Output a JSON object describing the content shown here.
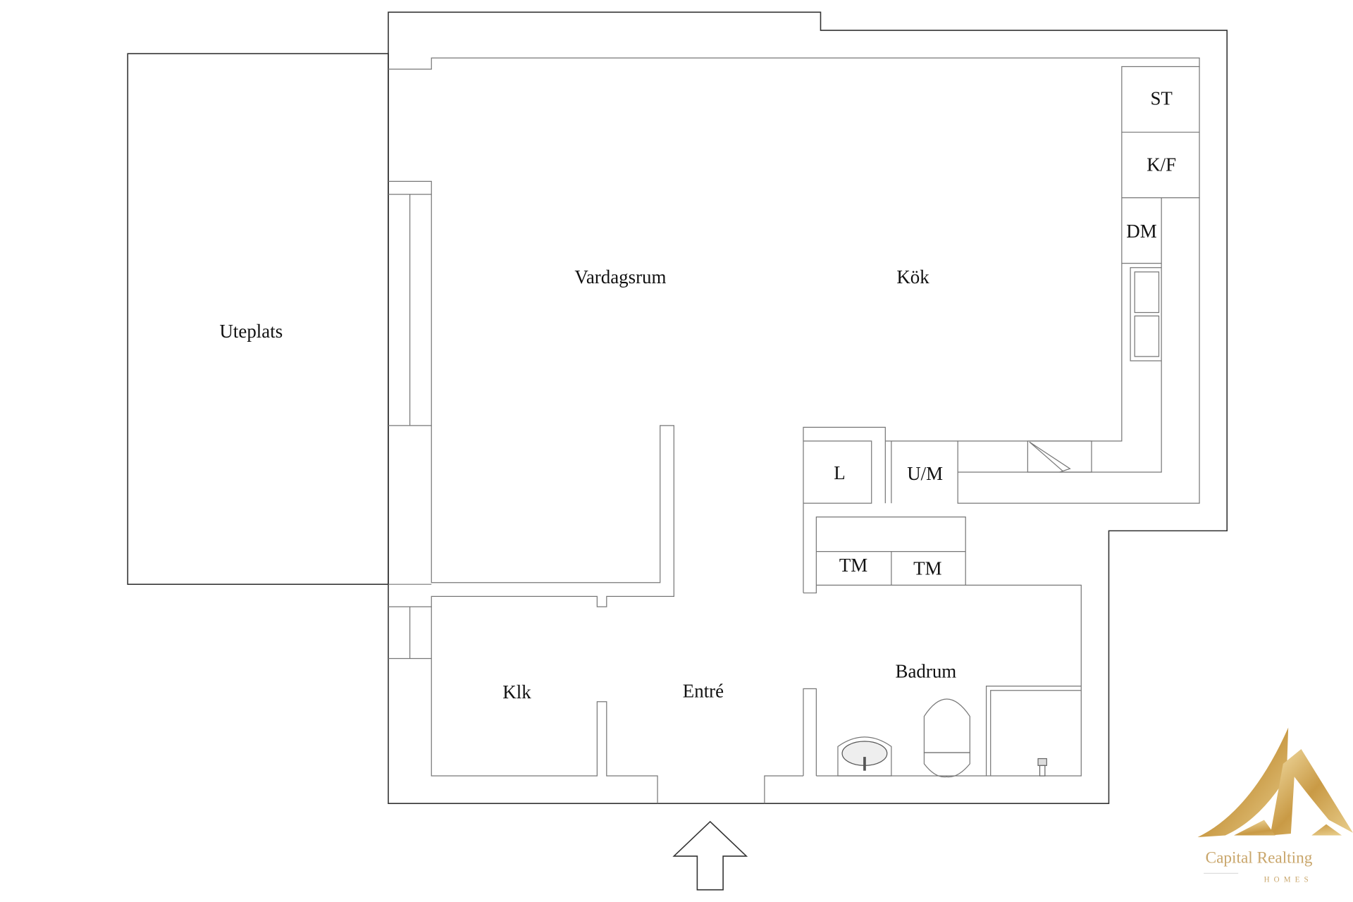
{
  "rooms": {
    "uteplats": "Uteplats",
    "vardagsrum": "Vardagsrum",
    "kok": "Kök",
    "klk": "Klk",
    "entre": "Entré",
    "badrum": "Badrum"
  },
  "fixtures": {
    "st": "ST",
    "kf": "K/F",
    "dm": "DM",
    "l": "L",
    "um": "U/M",
    "tm1": "TM",
    "tm2": "TM"
  },
  "logo": {
    "name": "Capital Realting",
    "sub": "HOMES",
    "color": "#c9a66b"
  },
  "icons": {
    "entrance": "entrance-arrow-icon"
  }
}
